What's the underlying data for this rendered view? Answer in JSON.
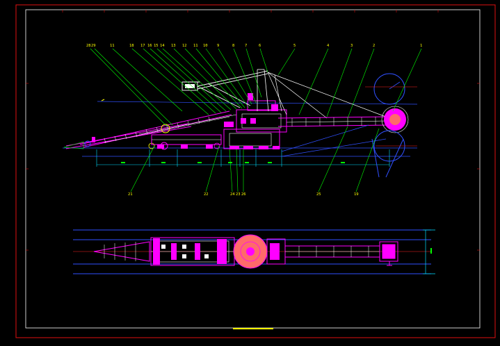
{
  "drawing": {
    "colors": {
      "background": "#000000",
      "outer_border": "#e01010",
      "inner_border": "#ffffff",
      "leader": "#00ff00",
      "label": "#ffff00",
      "machine_main": "#ff00ff",
      "machine_detail": "#ffffff",
      "centerline": "#ff2020",
      "blue": "#3050ff",
      "cyan": "#00e0ff",
      "wheel_fill": "#ff6a6a"
    },
    "callouts_top": [
      "28",
      "29",
      "11",
      "18",
      "17",
      "16",
      "15",
      "14",
      "13",
      "12",
      "11",
      "10",
      "9",
      "8",
      "7",
      "6",
      "5",
      "4",
      "3",
      "2",
      "1"
    ],
    "callouts_bottom": [
      "21",
      "22",
      "24",
      "23",
      "26",
      "25",
      "19"
    ]
  }
}
